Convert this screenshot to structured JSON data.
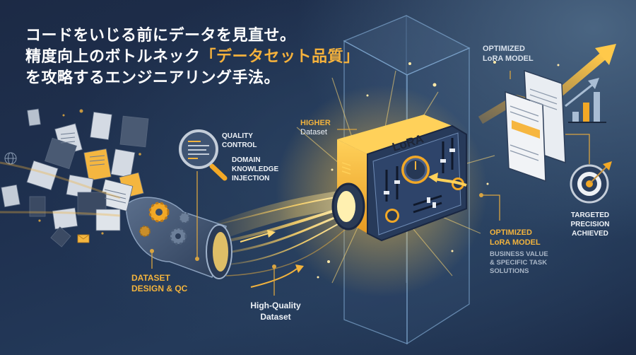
{
  "headline": {
    "line1": "コードをいじる前にデータを見直せ。",
    "line2_prefix": "精度向上のボトルネック",
    "line2_highlight": "「データセット品質」",
    "line3": "を攻略するエンジニアリング手法。"
  },
  "labels": {
    "quality_control": [
      "QUALITY",
      "CONTROL"
    ],
    "domain_knowledge": [
      "DOMAIN",
      "KNOWLEDGE",
      "INJECTION"
    ],
    "higher_dataset": [
      "HIGHER",
      "Dataset"
    ],
    "lora_device": "LoRA",
    "optimized_top": [
      "OPTIMIZED",
      "LoRA MODEL"
    ],
    "optimized_bottom": [
      "OPTIMIZED",
      "LoRA MODEL"
    ],
    "business_value": [
      "BUSINESS VALUE",
      "& SPECIFIC TASK",
      "SOLUTIONS"
    ],
    "targeted": [
      "TARGETED",
      "PRECISION",
      "ACHIEVED"
    ],
    "dataset_design": [
      "DATASET",
      "DESIGN & QC"
    ],
    "high_quality": [
      "High-Quality",
      "Dataset"
    ]
  },
  "colors": {
    "accent_gold": "#f2b33d",
    "bg_dark": "#1c2a45",
    "bg_light": "#4a6582",
    "text_white": "#eef2f7"
  },
  "icons": [
    "document-icon",
    "gear-icon",
    "magnifier-icon",
    "lora-device-icon",
    "cube-icon",
    "trend-arrow-icon",
    "bar-chart-icon",
    "target-icon",
    "envelope-icon",
    "globe-icon"
  ]
}
